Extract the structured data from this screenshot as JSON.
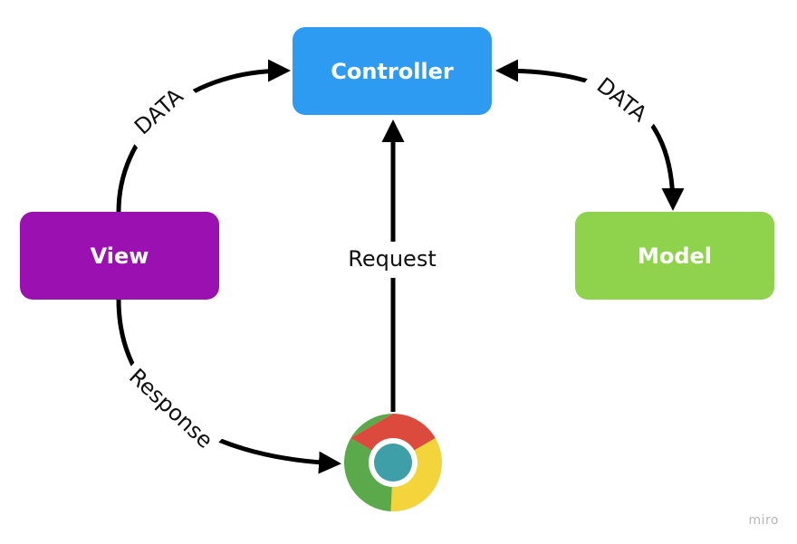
{
  "nodes": {
    "controller": {
      "label": "Controller",
      "color": "#2e9bf3"
    },
    "view": {
      "label": "View",
      "color": "#9b10b0"
    },
    "model": {
      "label": "Model",
      "color": "#8fd24b"
    }
  },
  "edges": {
    "view_controller": {
      "label": "DATA"
    },
    "controller_model": {
      "label": "DATA"
    },
    "browser_controller": {
      "label": "Request"
    },
    "view_browser": {
      "label": "Response"
    }
  },
  "browser": {
    "icon": "chrome-icon"
  },
  "watermark": "miro"
}
